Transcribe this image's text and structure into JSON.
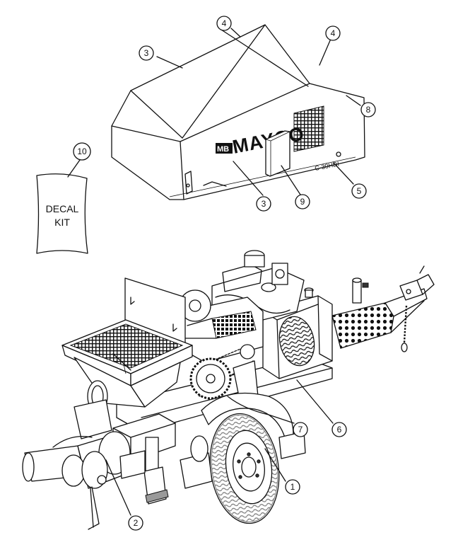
{
  "cover": {
    "brand": "MAYCO",
    "logo": "MB",
    "model": "C-30HDI"
  },
  "decal_kit": {
    "line1": "DECAL",
    "line2": "KIT"
  },
  "callouts": [
    {
      "id": "c4a",
      "label": "4"
    },
    {
      "id": "c4b",
      "label": "4"
    },
    {
      "id": "c3a",
      "label": "3"
    },
    {
      "id": "c8",
      "label": "8"
    },
    {
      "id": "c10",
      "label": "10"
    },
    {
      "id": "c3b",
      "label": "3"
    },
    {
      "id": "c9",
      "label": "9"
    },
    {
      "id": "c5",
      "label": "5"
    },
    {
      "id": "c7",
      "label": "7"
    },
    {
      "id": "c6",
      "label": "6"
    },
    {
      "id": "c1",
      "label": "1"
    },
    {
      "id": "c2",
      "label": "2"
    }
  ],
  "colors": {
    "line": "#111111",
    "background": "#ffffff",
    "shade": "#9a9a9a"
  }
}
